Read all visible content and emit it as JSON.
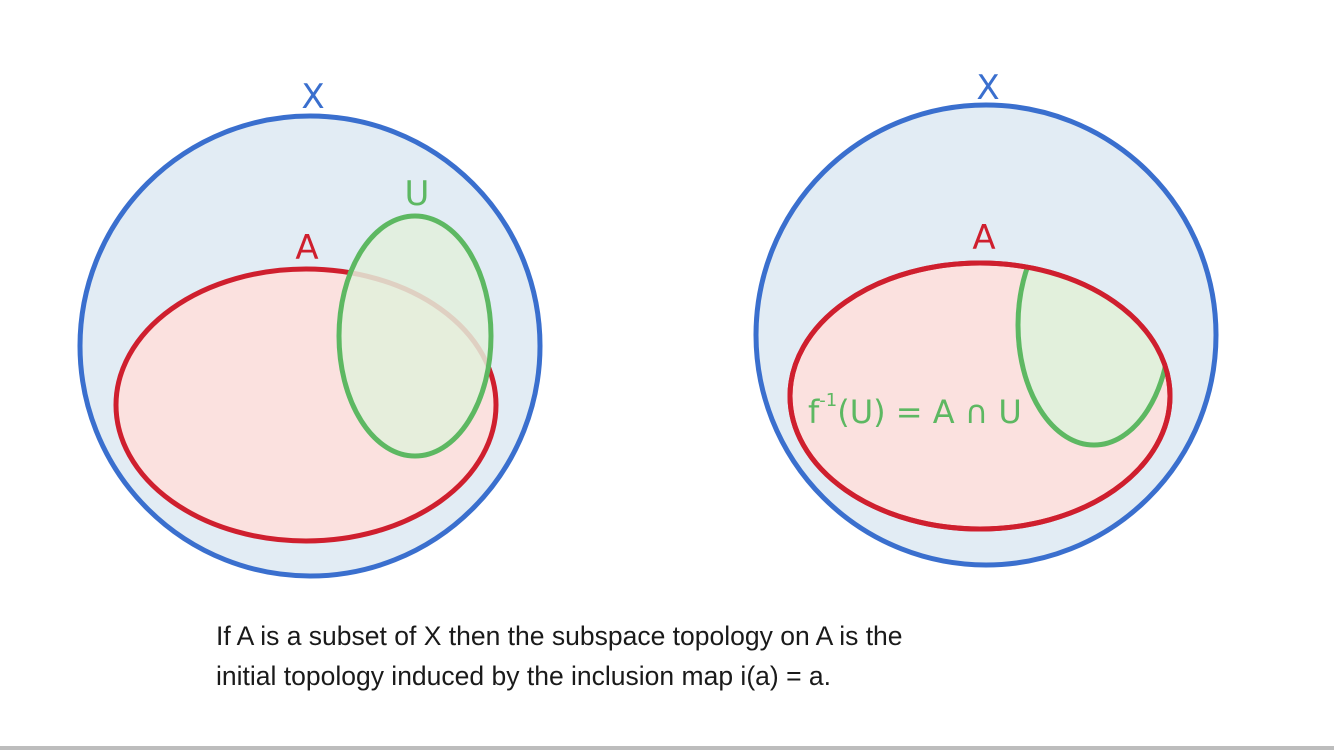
{
  "colors": {
    "x_stroke": "#3a6fce",
    "x_fill": "#e2ecf4",
    "a_stroke": "#cf1f2e",
    "a_fill": "#fbe1df",
    "u_stroke": "#5db862",
    "u_fill": "#e2f0dc",
    "text": "#1a1a1a"
  },
  "left_diagram": {
    "x_label": "X",
    "a_label": "A",
    "u_label": "U"
  },
  "right_diagram": {
    "x_label": "X",
    "a_label": "A",
    "eq_f": "f",
    "eq_sup": "-1",
    "eq_rest": "(U) = A ∩ U"
  },
  "caption": {
    "line1": "If A is a subset of X then the subspace topology on A is the",
    "line2": "initial topology induced by the inclusion map i(a) = a."
  }
}
